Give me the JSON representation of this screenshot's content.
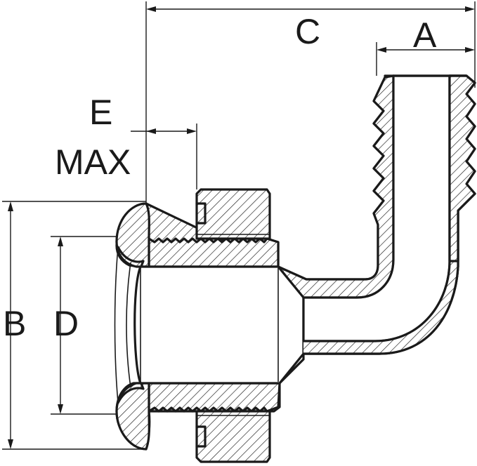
{
  "dimensions": {
    "a": "A",
    "b": "B",
    "c": "C",
    "d": "D",
    "e": "E",
    "e_note": "MAX"
  }
}
